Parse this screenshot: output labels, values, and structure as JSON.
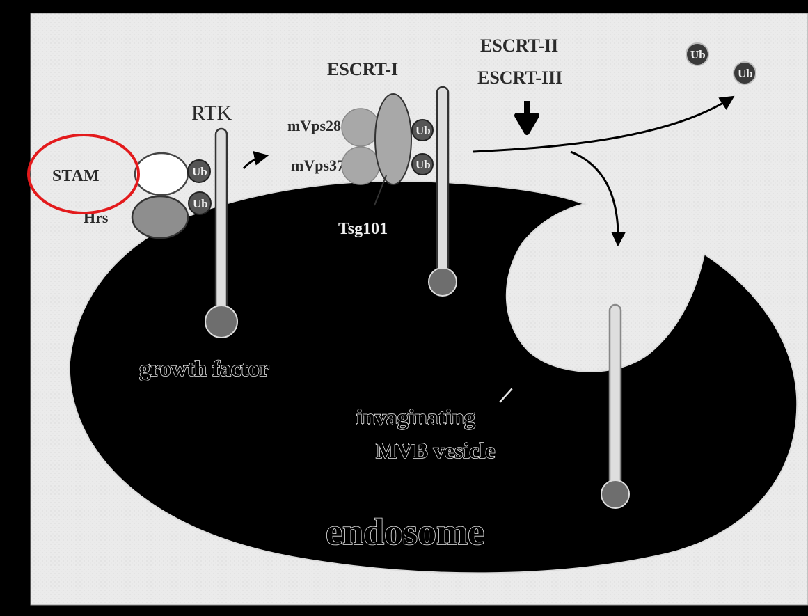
{
  "labels": {
    "stam": "STAM",
    "hrs": "Hrs",
    "rtk": "RTK",
    "escrt_i": "ESCRT-I",
    "escrt_ii": "ESCRT-II",
    "escrt_iii": "ESCRT-III",
    "mvps28": "mVps28",
    "mvps37": "mVps37",
    "tsg101": "Tsg101",
    "growth_factor": "growth factor",
    "invaginating": "invaginating",
    "mvb_vesicle": "MVB vesicle",
    "endosome": "endosome",
    "ub": "Ub"
  },
  "colors": {
    "background_frame": "#000000",
    "panel": "#e9e9e9",
    "endosome": "#000000",
    "highlight_circle": "#e31a1c",
    "protein_gray": "#9a9a9a",
    "ligand_gray": "#6e6e6e",
    "ub_dark": "#3a3a3a"
  },
  "highlight": {
    "target": "STAM",
    "shape": "circle"
  }
}
